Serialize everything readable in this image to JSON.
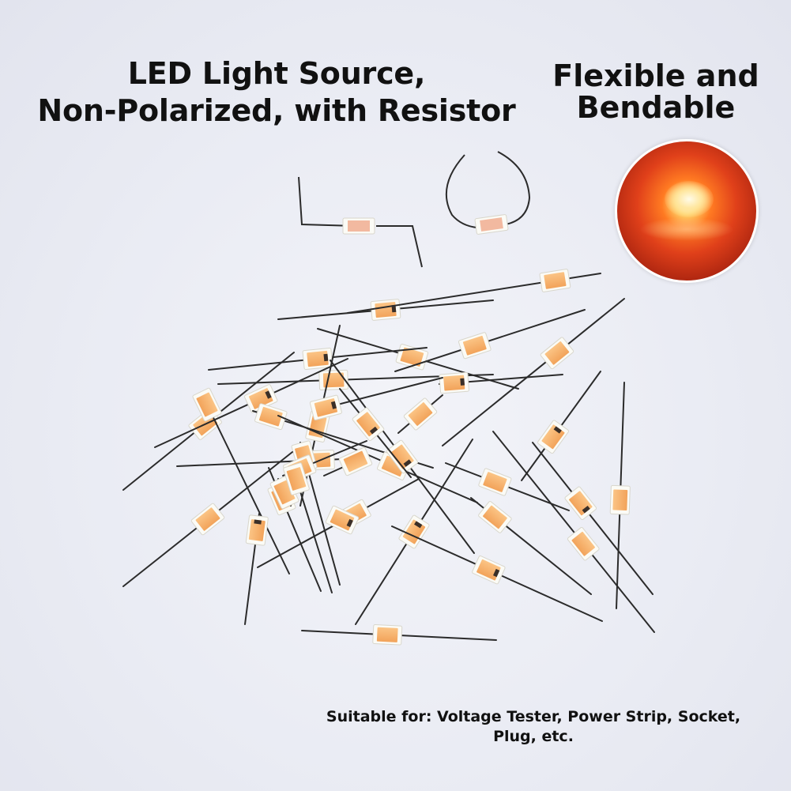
{
  "headline": {
    "line1": "LED Light Source,",
    "line2": "Non-Polarized, with Resistor"
  },
  "feature": {
    "line1": "Flexible and",
    "line2": "Bendable"
  },
  "caption": {
    "line1": "Suitable for: Voltage Tester, Power Strip, Socket,",
    "line2": "Plug, etc."
  },
  "colors": {
    "background": "#eceef5",
    "led_orange": "#f7b06a",
    "lead_wire": "#2b2b2b",
    "glow": "#e0401a"
  }
}
